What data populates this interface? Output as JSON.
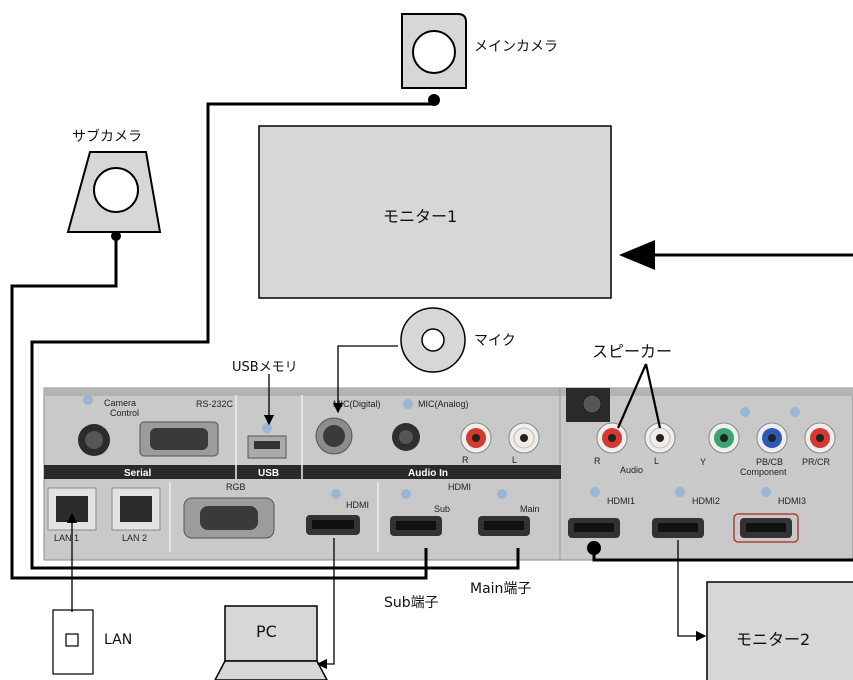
{
  "devices": {
    "main_camera": "メインカメラ",
    "sub_camera": "サブカメラ",
    "monitor1": "モニター1",
    "monitor2": "モニター2",
    "mic": "マイク",
    "speaker": "スピーカー",
    "usb_memory": "USBメモリ",
    "pc": "PC",
    "lan_jack": "LAN"
  },
  "terminal_callouts": {
    "sub": "Sub端子",
    "main": "Main端子"
  },
  "panel": {
    "camera_control": [
      "Camera",
      "Control"
    ],
    "rs232c": "RS-232C",
    "serial_section": "Serial",
    "usb_section": "USB",
    "mic_digital": "MIC(Digital)",
    "mic_analog": "MIC(Analog)",
    "audio_in_section": "Audio  In",
    "ch_r": "R",
    "ch_l": "L",
    "audio": "Audio",
    "lan1": "LAN 1",
    "lan2": "LAN 2",
    "rgb": "RGB",
    "hdmi": "HDMI",
    "hdmi_sub": "Sub",
    "hdmi_main": "Main",
    "hdmi1": "HDMI1",
    "hdmi2": "HDMI2",
    "hdmi3": "HDMI3",
    "component_y": "Y",
    "component_pb": "PB/CB",
    "component_pr": "PR/CR",
    "component": "Component"
  },
  "colors": {
    "panel": "#c9c9c9",
    "label_bar": "#2a2a2a",
    "device_fill": "#d7d7d7",
    "rca_red": "#d43a2f",
    "rca_white": "#f1ede4",
    "rca_green": "#3aa36f",
    "rca_blue": "#2f58b8"
  }
}
